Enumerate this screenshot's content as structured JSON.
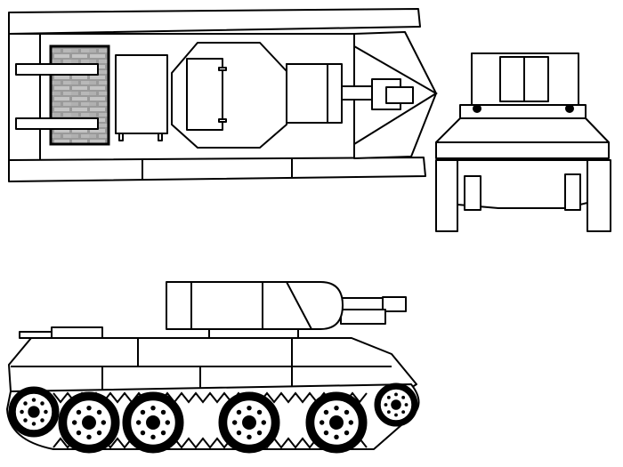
{
  "drawing": {
    "views": [
      "top-view",
      "front-view",
      "side-view"
    ],
    "colors": {
      "line": "#000000",
      "fill": "#ffffff",
      "grille": "#8a8a8a"
    }
  }
}
